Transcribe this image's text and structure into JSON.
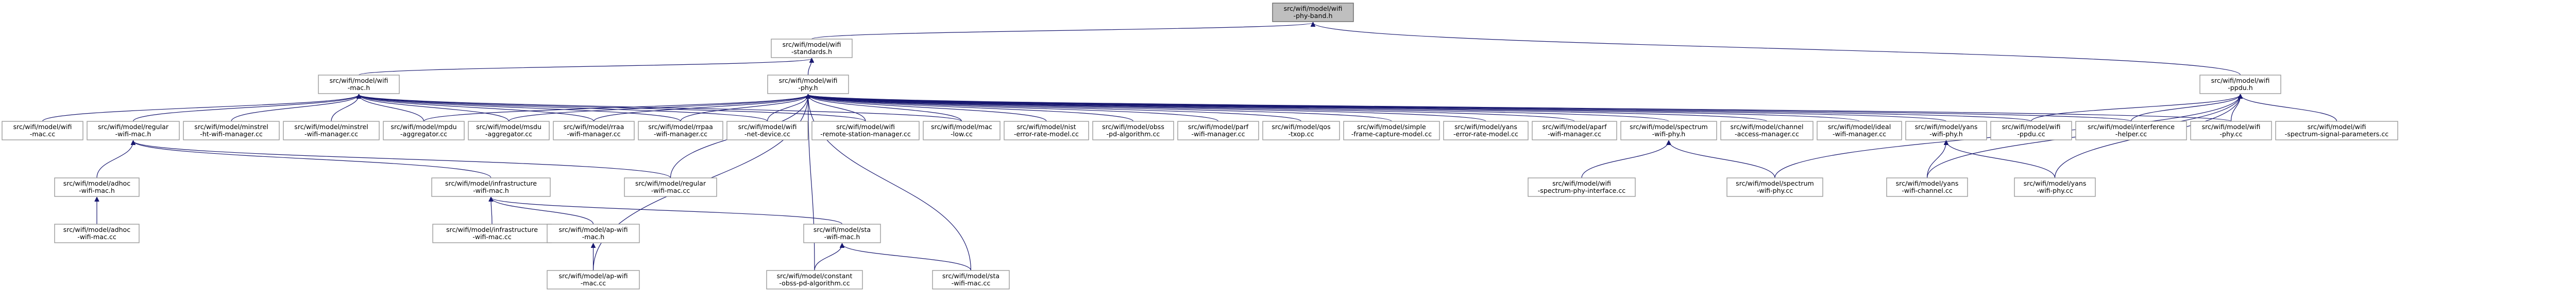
{
  "nodes": [
    {
      "id": "n0",
      "label": [
        "src/wifi/model/wifi",
        "-phy-band.h"
      ],
      "root": true
    },
    {
      "id": "n1",
      "label": [
        "src/wifi/model/wifi",
        "-standards.h"
      ]
    },
    {
      "id": "n2",
      "label": [
        "src/wifi/model/wifi",
        "-ppdu.h"
      ]
    },
    {
      "id": "n3",
      "label": [
        "src/wifi/model/wifi",
        "-mac.h"
      ]
    },
    {
      "id": "n4",
      "label": [
        "src/wifi/model/wifi",
        "-phy.h"
      ]
    },
    {
      "id": "n5",
      "label": [
        "src/wifi/model/wifi",
        "-mac.cc"
      ]
    },
    {
      "id": "n6",
      "label": [
        "src/wifi/model/regular",
        "-wifi-mac.h"
      ]
    },
    {
      "id": "n7",
      "label": [
        "src/wifi/model/minstrel",
        "-ht-wifi-manager.cc"
      ]
    },
    {
      "id": "n8",
      "label": [
        "src/wifi/model/minstrel",
        "-wifi-manager.cc"
      ]
    },
    {
      "id": "n9",
      "label": [
        "src/wifi/model/mpdu",
        "-aggregator.cc"
      ]
    },
    {
      "id": "n10",
      "label": [
        "src/wifi/model/msdu",
        "-aggregator.cc"
      ]
    },
    {
      "id": "n11",
      "label": [
        "src/wifi/model/rraa",
        "-wifi-manager.cc"
      ]
    },
    {
      "id": "n12",
      "label": [
        "src/wifi/model/rrpaa",
        "-wifi-manager.cc"
      ]
    },
    {
      "id": "n13",
      "label": [
        "src/wifi/model/wifi",
        "-net-device.cc"
      ]
    },
    {
      "id": "n14",
      "label": [
        "src/wifi/model/wifi",
        "-remote-station-manager.cc"
      ]
    },
    {
      "id": "n15",
      "label": [
        "src/wifi/model/mac",
        "-low.cc"
      ]
    },
    {
      "id": "n16",
      "label": [
        "src/wifi/model/nist",
        "-error-rate-model.cc"
      ]
    },
    {
      "id": "n17",
      "label": [
        "src/wifi/model/obss",
        "-pd-algorithm.cc"
      ]
    },
    {
      "id": "n18",
      "label": [
        "src/wifi/model/parf",
        "-wifi-manager.cc"
      ]
    },
    {
      "id": "n19",
      "label": [
        "src/wifi/model/qos",
        "-txop.cc"
      ]
    },
    {
      "id": "n20",
      "label": [
        "src/wifi/model/simple",
        "-frame-capture-model.cc"
      ]
    },
    {
      "id": "n21",
      "label": [
        "src/wifi/model/yans",
        "-error-rate-model.cc"
      ]
    },
    {
      "id": "n22",
      "label": [
        "src/wifi/model/aparf",
        "-wifi-manager.cc"
      ]
    },
    {
      "id": "n23",
      "label": [
        "src/wifi/model/spectrum",
        "-wifi-phy.h"
      ]
    },
    {
      "id": "n24",
      "label": [
        "src/wifi/model/channel",
        "-access-manager.cc"
      ]
    },
    {
      "id": "n25",
      "label": [
        "src/wifi/model/ideal",
        "-wifi-manager.cc"
      ]
    },
    {
      "id": "n26",
      "label": [
        "src/wifi/model/yans",
        "-wifi-phy.h"
      ]
    },
    {
      "id": "n27",
      "label": [
        "src/wifi/model/wifi",
        "-ppdu.cc"
      ]
    },
    {
      "id": "n28",
      "label": [
        "src/wifi/model/interference",
        "-helper.cc"
      ]
    },
    {
      "id": "n29",
      "label": [
        "src/wifi/model/wifi",
        "-phy.cc"
      ]
    },
    {
      "id": "n30",
      "label": [
        "src/wifi/model/wifi",
        "-spectrum-signal-parameters.cc"
      ]
    },
    {
      "id": "n31",
      "label": [
        "src/wifi/model/adhoc",
        "-wifi-mac.h"
      ]
    },
    {
      "id": "n32",
      "label": [
        "src/wifi/model/infrastructure",
        "-wifi-mac.h"
      ]
    },
    {
      "id": "n33",
      "label": [
        "src/wifi/model/regular",
        "-wifi-mac.cc"
      ]
    },
    {
      "id": "n34",
      "label": [
        "src/wifi/model/wifi",
        "-spectrum-phy-interface.cc"
      ]
    },
    {
      "id": "n35",
      "label": [
        "src/wifi/model/spectrum",
        "-wifi-phy.cc"
      ]
    },
    {
      "id": "n36",
      "label": [
        "src/wifi/model/yans",
        "-wifi-channel.cc"
      ]
    },
    {
      "id": "n37",
      "label": [
        "src/wifi/model/yans",
        "-wifi-phy.cc"
      ]
    },
    {
      "id": "n38",
      "label": [
        "src/wifi/model/adhoc",
        "-wifi-mac.cc"
      ]
    },
    {
      "id": "n39",
      "label": [
        "src/wifi/model/infrastructure",
        "-wifi-mac.cc"
      ]
    },
    {
      "id": "n40",
      "label": [
        "src/wifi/model/ap-wifi",
        "-mac.h"
      ]
    },
    {
      "id": "n41",
      "label": [
        "src/wifi/model/sta",
        "-wifi-mac.h"
      ]
    },
    {
      "id": "n42",
      "label": [
        "src/wifi/model/ap-wifi",
        "-mac.cc"
      ]
    },
    {
      "id": "n43",
      "label": [
        "src/wifi/model/constant",
        "-obss-pd-algorithm.cc"
      ]
    },
    {
      "id": "n44",
      "label": [
        "src/wifi/model/sta",
        "-wifi-mac.cc"
      ]
    }
  ],
  "edges": [
    [
      "n0",
      "n1"
    ],
    [
      "n0",
      "n2"
    ],
    [
      "n1",
      "n3"
    ],
    [
      "n1",
      "n4"
    ],
    [
      "n2",
      "n27"
    ],
    [
      "n2",
      "n28"
    ],
    [
      "n2",
      "n29"
    ],
    [
      "n2",
      "n30"
    ],
    [
      "n2",
      "n35"
    ],
    [
      "n2",
      "n36"
    ],
    [
      "n2",
      "n37"
    ],
    [
      "n3",
      "n5"
    ],
    [
      "n3",
      "n6"
    ],
    [
      "n3",
      "n7"
    ],
    [
      "n3",
      "n8"
    ],
    [
      "n3",
      "n9"
    ],
    [
      "n3",
      "n10"
    ],
    [
      "n3",
      "n11"
    ],
    [
      "n3",
      "n12"
    ],
    [
      "n3",
      "n13"
    ],
    [
      "n3",
      "n14"
    ],
    [
      "n3",
      "n15"
    ],
    [
      "n4",
      "n9"
    ],
    [
      "n4",
      "n10"
    ],
    [
      "n4",
      "n11"
    ],
    [
      "n4",
      "n12"
    ],
    [
      "n4",
      "n13"
    ],
    [
      "n4",
      "n14"
    ],
    [
      "n4",
      "n15"
    ],
    [
      "n4",
      "n16"
    ],
    [
      "n4",
      "n17"
    ],
    [
      "n4",
      "n18"
    ],
    [
      "n4",
      "n19"
    ],
    [
      "n4",
      "n20"
    ],
    [
      "n4",
      "n21"
    ],
    [
      "n4",
      "n22"
    ],
    [
      "n4",
      "n23"
    ],
    [
      "n4",
      "n24"
    ],
    [
      "n4",
      "n25"
    ],
    [
      "n4",
      "n26"
    ],
    [
      "n4",
      "n27"
    ],
    [
      "n4",
      "n28"
    ],
    [
      "n4",
      "n29"
    ],
    [
      "n4",
      "n33"
    ],
    [
      "n4",
      "n42"
    ],
    [
      "n4",
      "n43"
    ],
    [
      "n4",
      "n44"
    ],
    [
      "n6",
      "n31"
    ],
    [
      "n6",
      "n32"
    ],
    [
      "n6",
      "n33"
    ],
    [
      "n31",
      "n38"
    ],
    [
      "n32",
      "n39"
    ],
    [
      "n32",
      "n40"
    ],
    [
      "n32",
      "n41"
    ],
    [
      "n40",
      "n42"
    ],
    [
      "n41",
      "n43"
    ],
    [
      "n41",
      "n44"
    ],
    [
      "n23",
      "n34"
    ],
    [
      "n23",
      "n35"
    ],
    [
      "n26",
      "n36"
    ],
    [
      "n26",
      "n37"
    ]
  ]
}
